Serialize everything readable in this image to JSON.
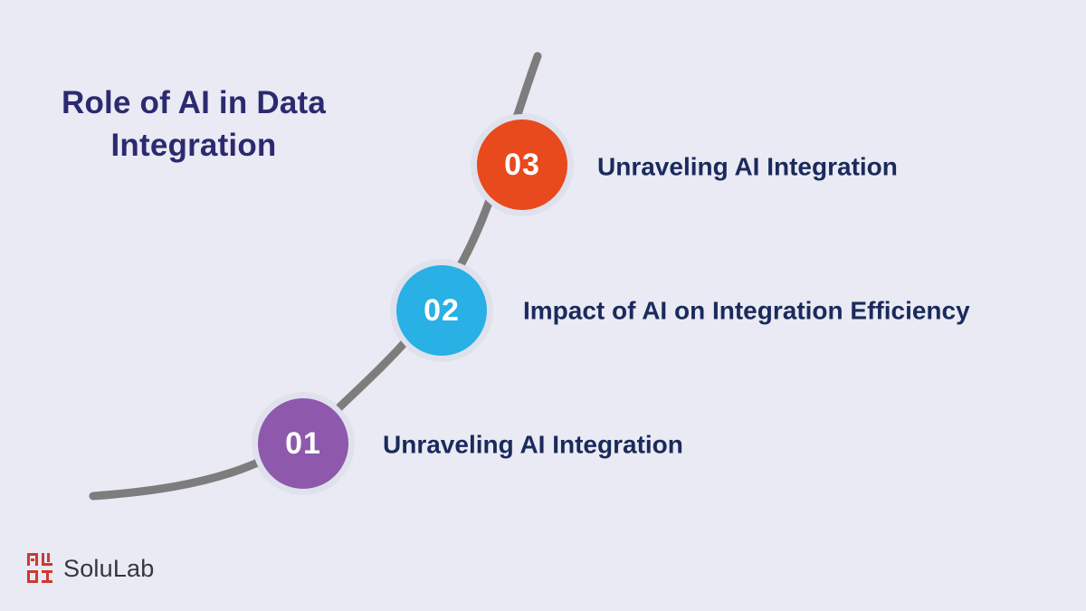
{
  "title": {
    "full": "Role of AI in Data Integration",
    "line1": "Role of AI in Data",
    "line2": "Integration"
  },
  "steps": [
    {
      "number": "01",
      "label": "Unraveling AI Integration",
      "color": "#8e58ac"
    },
    {
      "number": "02",
      "label": "Impact of AI on Integration Efficiency",
      "color": "#29b0e5"
    },
    {
      "number": "03",
      "label": "Unraveling AI Integration",
      "color": "#e8491d"
    }
  ],
  "colors": {
    "background": "#e9eaf3",
    "curve": "#7d7d7d",
    "title_text": "#2b2a70",
    "label_text": "#1a2a5c",
    "circle_ring": "#dfe1ec",
    "logo_icon": "#cd3a31"
  },
  "logo": {
    "text": "SoluLab"
  }
}
